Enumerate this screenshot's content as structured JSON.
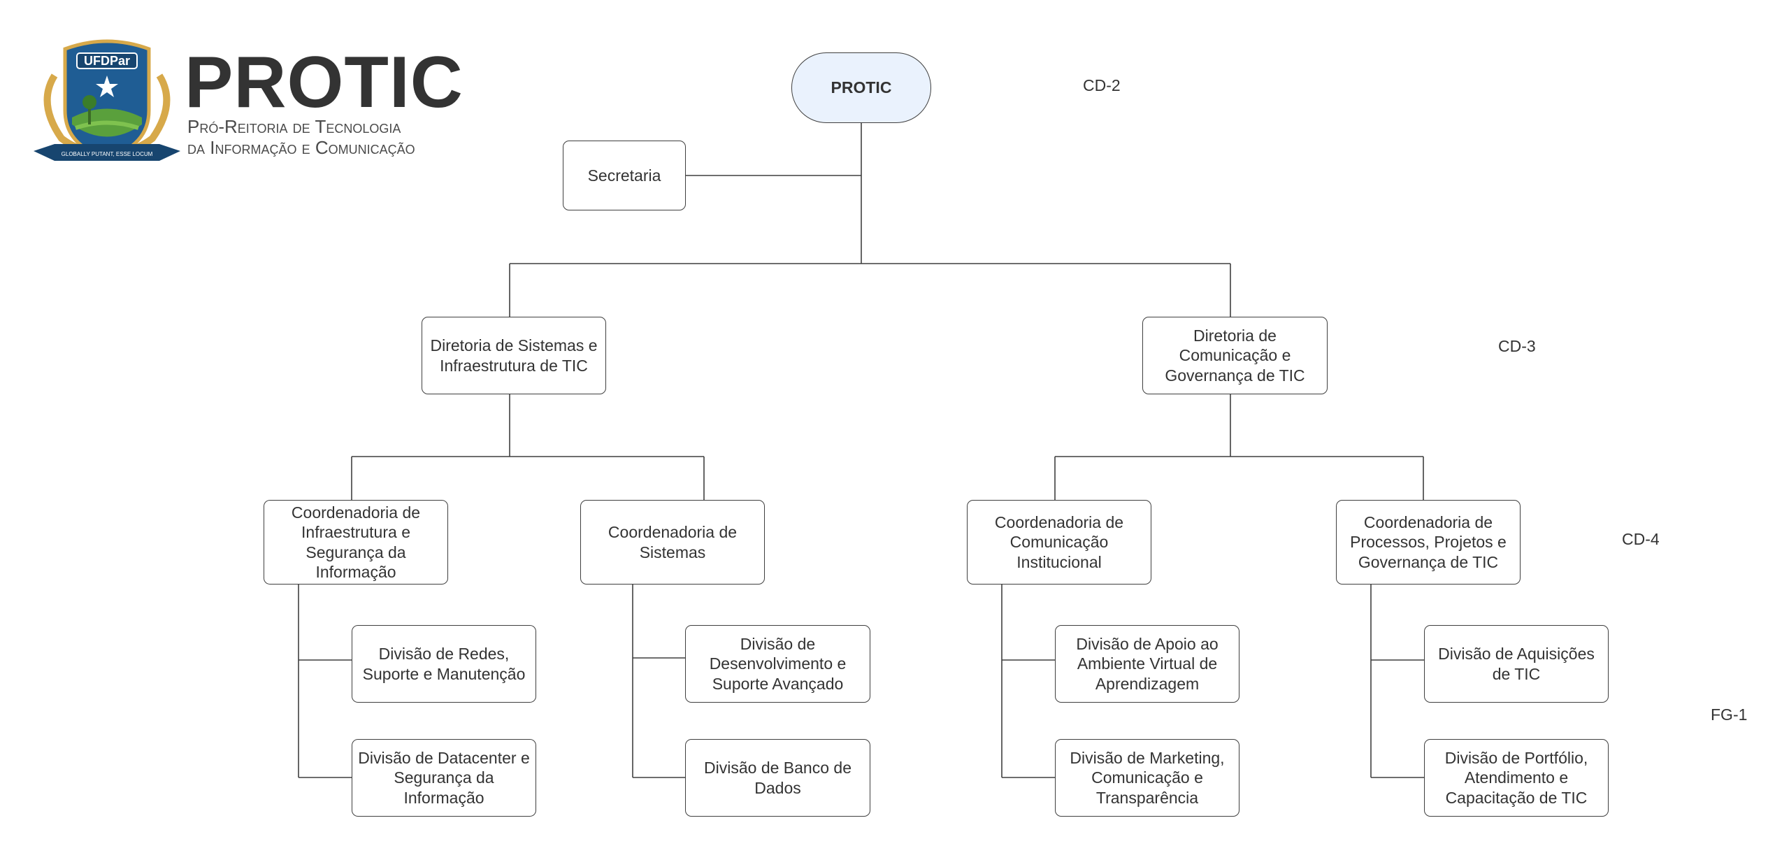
{
  "logo": {
    "badge_text": "UFDPar",
    "ribbon_text": "GLOBALLY PUTANT, ESSE LOCUM",
    "title": "PROTIC",
    "subtitle_line1": "Pró-Reitoria de Tecnologia",
    "subtitle_line2": "da Informação e Comunicação"
  },
  "colors": {
    "root_fill": "#eaf2fd",
    "line": "#3f3f3f",
    "crest_blue": "#1f5d94",
    "crest_gold": "#d7a94a",
    "crest_green": "#5aa03c"
  },
  "levels": {
    "cd2": "CD-2",
    "cd3": "CD-3",
    "cd4": "CD-4",
    "fg1": "FG-1"
  },
  "nodes": {
    "protic": "PROTIC",
    "secretaria": "Secretaria",
    "dir_sistemas": "Diretoria de Sistemas e Infraestrutura de TIC",
    "dir_comunicacao": "Diretoria de Comunicação e Governança de TIC",
    "coord_infra": "Coordenadoria de Infraestrutura e Segurança da Informação",
    "coord_sistemas": "Coordenadoria de Sistemas",
    "coord_com_inst": "Coordenadoria de Comunicação Institucional",
    "coord_processos": "Coordenadoria de Processos, Projetos e Governança de TIC",
    "div_redes": "Divisão de Redes, Suporte e Manutenção",
    "div_datacenter": "Divisão de Datacenter e Segurança da Informação",
    "div_desenvolvimento": "Divisão de Desenvolvimento e Suporte Avançado",
    "div_banco": "Divisão de Banco de Dados",
    "div_apoio_ava": "Divisão de Apoio ao Ambiente Virtual de Aprendizagem",
    "div_marketing": "Divisão de Marketing, Comunicação e Transparência",
    "div_aquisicoes": "Divisão de Aquisições de TIC",
    "div_portfolio": "Divisão de Portfólio, Atendimento e Capacitação de TIC"
  }
}
